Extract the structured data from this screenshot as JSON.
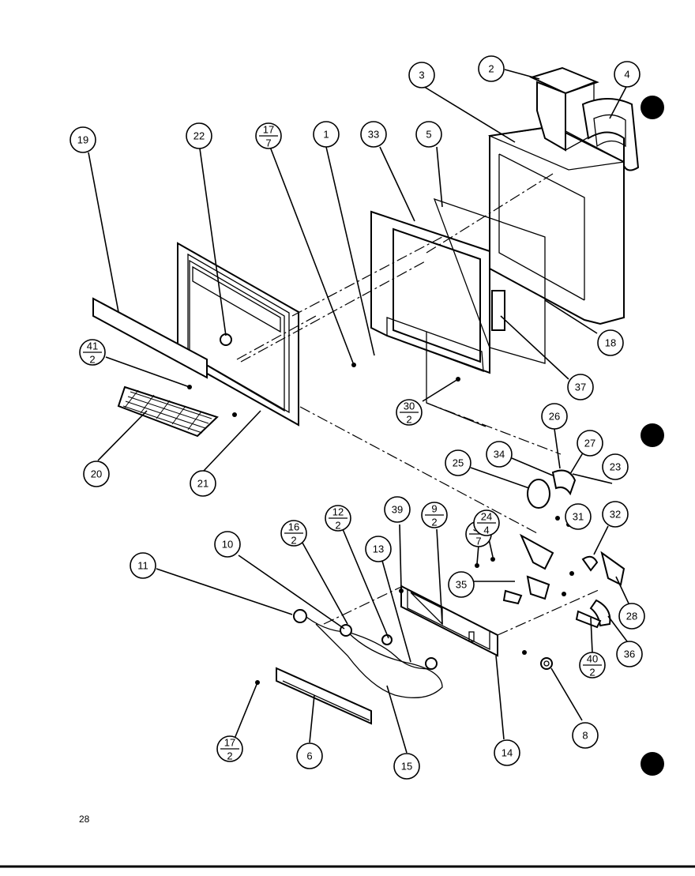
{
  "page_number": "28",
  "callouts": [
    {
      "id": "c1",
      "label": "1"
    },
    {
      "id": "c2",
      "label": "2"
    },
    {
      "id": "c3",
      "label": "3"
    },
    {
      "id": "c4",
      "label": "4"
    },
    {
      "id": "c5",
      "label": "5"
    },
    {
      "id": "c6",
      "label": "6"
    },
    {
      "id": "c8",
      "label": "8"
    },
    {
      "id": "c10",
      "label": "10"
    },
    {
      "id": "c11",
      "label": "11"
    },
    {
      "id": "c13",
      "label": "13"
    },
    {
      "id": "c14",
      "label": "14"
    },
    {
      "id": "c15",
      "label": "15"
    },
    {
      "id": "c18",
      "label": "18"
    },
    {
      "id": "c19",
      "label": "19"
    },
    {
      "id": "c20",
      "label": "20"
    },
    {
      "id": "c21",
      "label": "21"
    },
    {
      "id": "c22",
      "label": "22"
    },
    {
      "id": "c23",
      "label": "23"
    },
    {
      "id": "c25",
      "label": "25"
    },
    {
      "id": "c26",
      "label": "26"
    },
    {
      "id": "c27",
      "label": "27"
    },
    {
      "id": "c28",
      "label": "28"
    },
    {
      "id": "c31",
      "label": "31"
    },
    {
      "id": "c32",
      "label": "32"
    },
    {
      "id": "c33",
      "label": "33"
    },
    {
      "id": "c34",
      "label": "34"
    },
    {
      "id": "c35",
      "label": "35"
    },
    {
      "id": "c36",
      "label": "36"
    },
    {
      "id": "c37",
      "label": "37"
    },
    {
      "id": "c39",
      "label": "39"
    }
  ],
  "fraction_callouts": [
    {
      "id": "f17_7",
      "top": "17",
      "bottom": "7"
    },
    {
      "id": "f41_2",
      "top": "41",
      "bottom": "2"
    },
    {
      "id": "f30_2",
      "top": "30",
      "bottom": "2"
    },
    {
      "id": "f16_2",
      "top": "16",
      "bottom": "2"
    },
    {
      "id": "f12_2",
      "top": "12",
      "bottom": "2"
    },
    {
      "id": "f9_2",
      "top": "9",
      "bottom": "2"
    },
    {
      "id": "f38_7",
      "top": "38",
      "bottom": "7"
    },
    {
      "id": "f24_4",
      "top": "24",
      "bottom": "4"
    },
    {
      "id": "f40_2",
      "top": "40",
      "bottom": "2"
    },
    {
      "id": "f17_2",
      "top": "17",
      "bottom": "2"
    }
  ]
}
